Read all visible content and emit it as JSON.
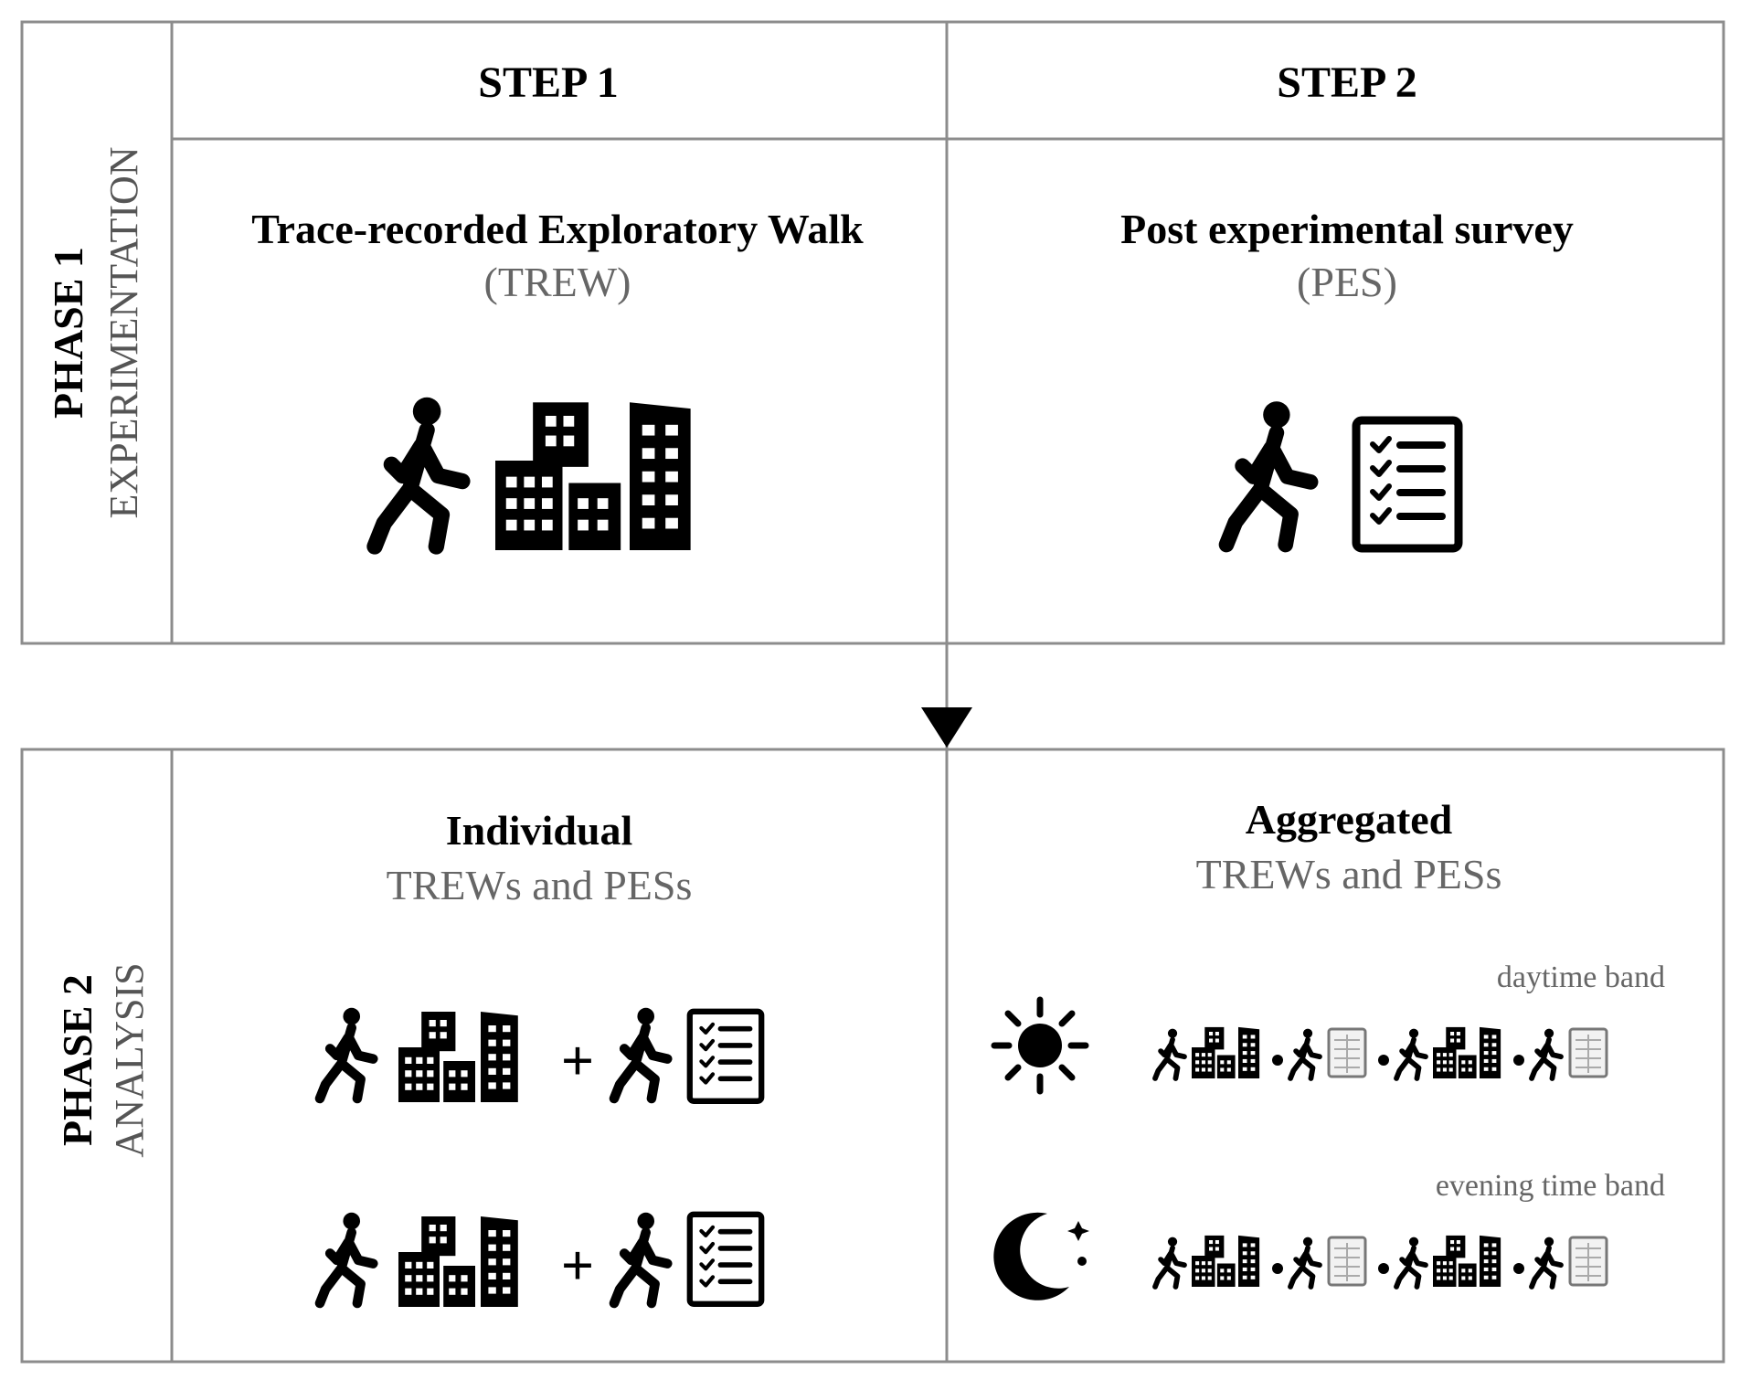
{
  "phase1": {
    "label": "PHASE 1",
    "sublabel": "EXPERIMENTATION"
  },
  "phase2": {
    "label": "PHASE 2",
    "sublabel": "ANALYSIS"
  },
  "steps": [
    {
      "label": "STEP 1"
    },
    {
      "label": "STEP 2"
    }
  ],
  "step1_cell": {
    "title": "Trace-recorded Exploratory Walk",
    "subtitle": "(TREW)"
  },
  "step2_cell": {
    "title": "Post experimental survey",
    "subtitle": "(PES)"
  },
  "analysis_left": {
    "title": "Individual",
    "subtitle": "TREWs and PESs"
  },
  "analysis_right": {
    "title": "Aggregated",
    "subtitle": "TREWs and PESs",
    "bands": [
      {
        "label": "daytime band",
        "icon": "sun-icon"
      },
      {
        "label": "evening time band",
        "icon": "moon-icon"
      }
    ]
  },
  "colors": {
    "line": "#8c8c8c",
    "icon": "#000000",
    "subtitle": "#666666"
  }
}
